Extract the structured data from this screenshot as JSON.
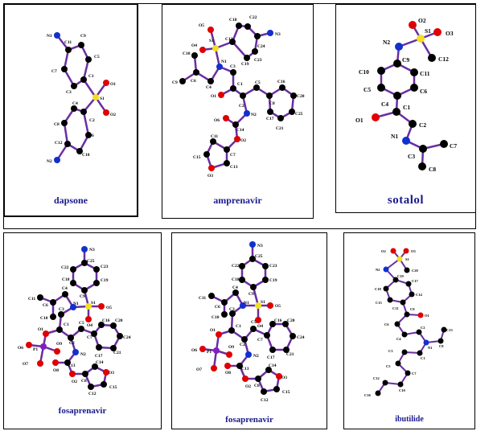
{
  "figure": {
    "colors": {
      "bond": "#6a2ea0",
      "carbon": "#000000",
      "nitrogen": "#1030d0",
      "oxygen": "#e00000",
      "sulfur": "#f0e020",
      "phosphorus": "#8020c0",
      "label_text": "#1a1a8c"
    },
    "panels": [
      {
        "id": "dapsone",
        "name": "dapsone"
      },
      {
        "id": "amprenavir",
        "name": "amprenavir"
      },
      {
        "id": "sotalol",
        "name": "sotalol"
      },
      {
        "id": "fosaprenavir-1",
        "name": "fosaprenavir"
      },
      {
        "id": "fosaprenavir-2",
        "name": "fosaprenavir"
      },
      {
        "id": "ibutilide",
        "name": "ibutilide"
      }
    ]
  }
}
